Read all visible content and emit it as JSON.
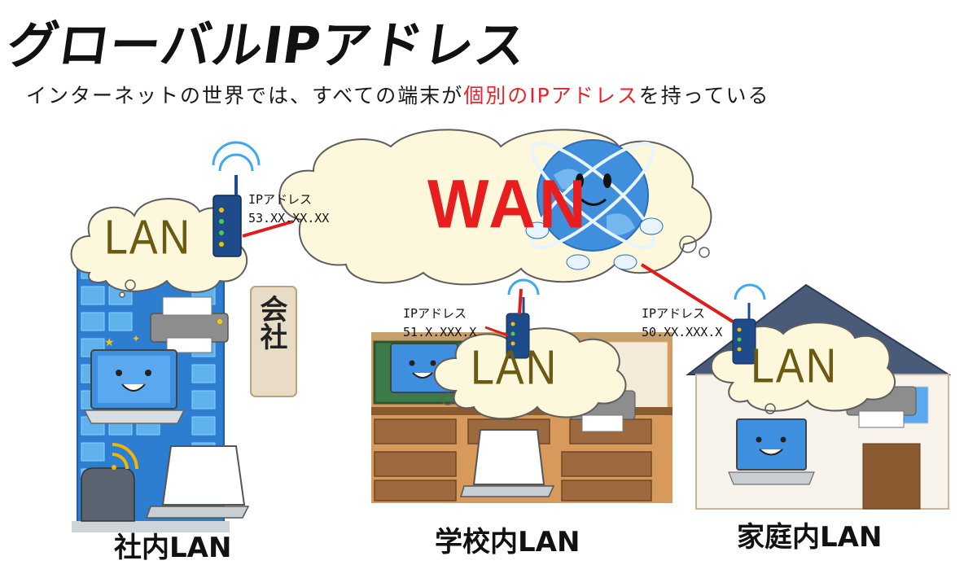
{
  "title": "グローバルIPアドレス",
  "subtitle": {
    "part1": "インターネットの世界では、すべての端末が",
    "highlight": "個別のIPアドレス",
    "part2": "を持っている"
  },
  "wan": {
    "label": "WAN"
  },
  "networks": [
    {
      "id": "company",
      "caption": "社内LAN",
      "cloud_label": "LAN",
      "ip_heading": "IPアドレス",
      "ip_value": "53.XX.XX.XX",
      "sign_text": "会社"
    },
    {
      "id": "school",
      "caption": "学校内LAN",
      "cloud_label": "LAN",
      "ip_heading": "IPアドレス",
      "ip_value": "51.X.XXX.X"
    },
    {
      "id": "home",
      "caption": "家庭内LAN",
      "cloud_label": "LAN",
      "ip_heading": "IPアドレス",
      "ip_value": "50.XX.XXX.X"
    }
  ],
  "colors": {
    "link_line": "#e11b1b",
    "cloud_fill": "#fdf8dc",
    "cloud_stroke": "#5e5e5e",
    "building": "#2d7ed0",
    "router": "#1e4b8a",
    "highlight_text": "#e8232a"
  }
}
